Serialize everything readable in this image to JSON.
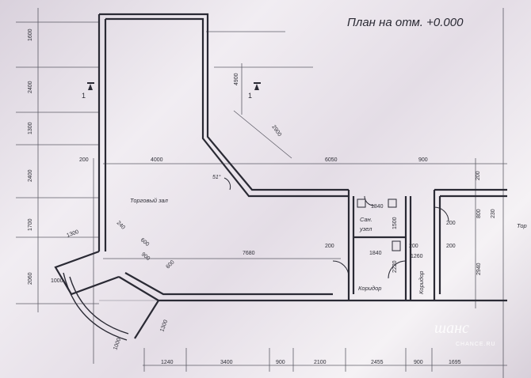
{
  "title": "План на отм. +0.000",
  "rooms": {
    "sales_hall": "Торговый зал",
    "bathroom_1": "Сан.",
    "bathroom_2": "узел",
    "corridor_1": "Коридор",
    "corridor_2": "Коридор",
    "right_room": "Тор"
  },
  "section_marks": [
    "1",
    "1"
  ],
  "angle": "51°",
  "dims_top": {
    "d200a": "200",
    "d4000": "4000",
    "d6050": "6050",
    "d900": "900",
    "d200b": "200",
    "d2900": "2900",
    "d4900": "4900"
  },
  "dims_left": [
    "1600",
    "2400",
    "1300",
    "2400",
    "1700",
    "2060"
  ],
  "dims_inner": {
    "d240": "240",
    "d1300": "1300",
    "d600a": "600",
    "d900": "900",
    "d600b": "600",
    "d1000": "1000",
    "d7680": "7680",
    "d200c": "200",
    "d200d": "200",
    "d1260": "1260",
    "d1840a": "1840",
    "d1840b": "1840",
    "d1500": "1500",
    "d2220": "2220",
    "d200e": "200",
    "d200f": "200",
    "d800": "800",
    "d230": "230",
    "d2940": "2940",
    "d1300b": "1300",
    "d1000b": "1000"
  },
  "dims_bottom": [
    "1240",
    "3400",
    "900",
    "2100",
    "2455",
    "900",
    "1695"
  ],
  "watermark": {
    "brand": "шанс",
    "site": "CHANCE.RU"
  }
}
